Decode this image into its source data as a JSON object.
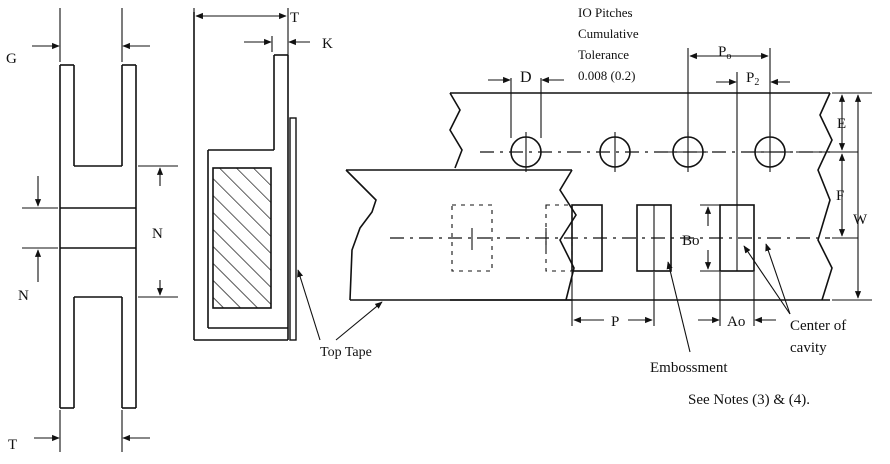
{
  "labels": {
    "g": "G",
    "t_top": "T",
    "k": "K",
    "n_left": "N",
    "n_right": "N",
    "t_bottom": "T",
    "d": "D",
    "pitch_note": [
      "IO Pitches",
      "Cumulative",
      "Tolerance",
      "0.008 (0.2)"
    ],
    "po": "P",
    "po_sub": "o",
    "p2": "P",
    "p2_sub": "2",
    "e": "E",
    "f": "F",
    "w": "W",
    "bo": "Bo",
    "p": "P",
    "ao": "Ao",
    "top_tape": "Top Tape",
    "embossment": "Embossment",
    "center_cavity": [
      "Center of",
      "cavity"
    ],
    "see_notes": "See Notes (3) & (4)."
  }
}
